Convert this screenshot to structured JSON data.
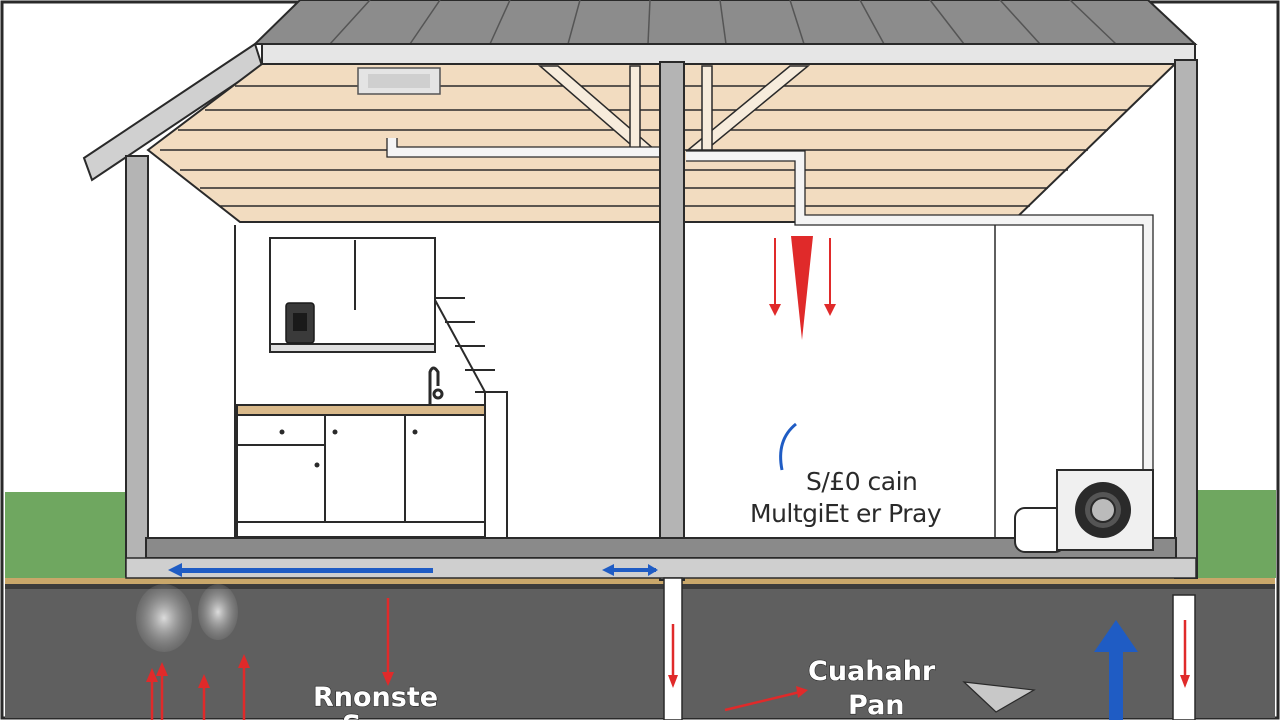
{
  "labels": {
    "interior_line1": "S/£0 cаin",
    "interior_line2": "MultgiЕt er Pray",
    "crawl_right_line1": "Cuahahr",
    "crawl_right_line2": "Pan",
    "crawl_left_line1": "Rnonste",
    "crawl_left_line2": "S"
  },
  "colors": {
    "roof": "#8c8c8c",
    "wall": "#b4b4b4",
    "ceiling_wood": "#f2dcc0",
    "soil": "#5f5f5f",
    "grass": "#6fa760",
    "airflow_blue": "#1f5cc4",
    "airflow_red": "#e02a2a"
  },
  "icons": [
    "exhaust-fan-icon",
    "sink-faucet-icon",
    "dehumidifier-unit-icon",
    "airflow-arrow-icon"
  ]
}
